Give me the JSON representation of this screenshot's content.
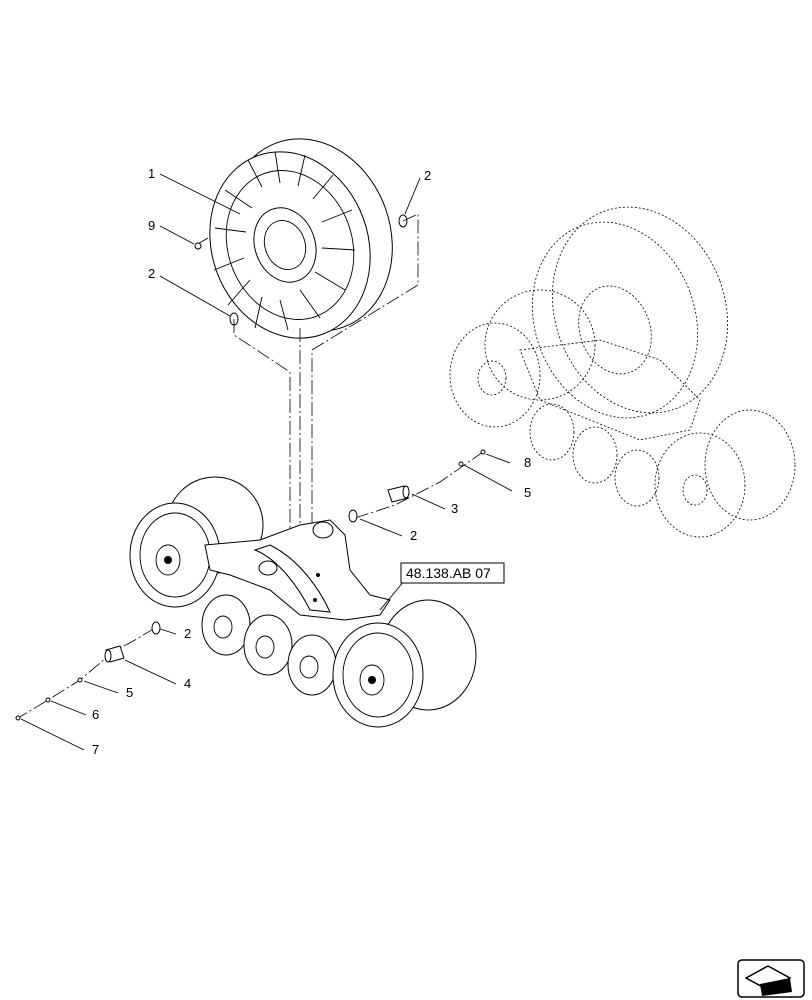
{
  "reference_label": "48.138.AB 07",
  "callouts": {
    "c1": "1",
    "c2a": "2",
    "c2b": "2",
    "c2c": "2",
    "c2d": "2",
    "c3": "3",
    "c4": "4",
    "c5a": "5",
    "c5b": "5",
    "c6": "6",
    "c7": "7",
    "c8": "8",
    "c9": "9"
  },
  "icons": {
    "nav": "navigation-arrow-icon"
  }
}
